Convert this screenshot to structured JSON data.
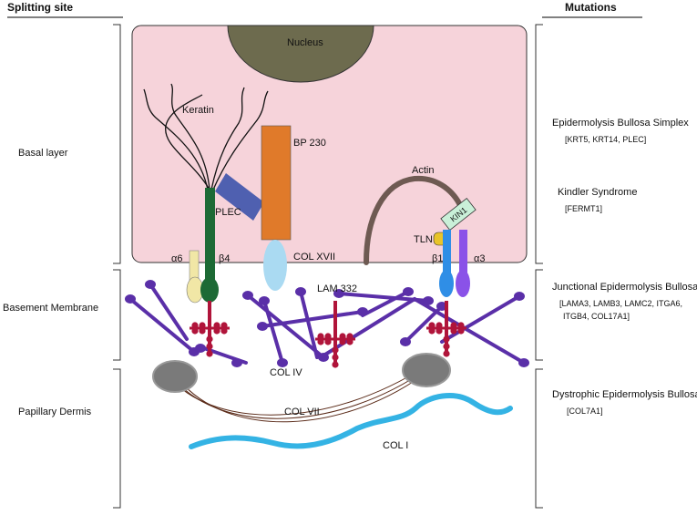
{
  "headers": {
    "splitting_site": "Splitting site",
    "mutations": "Mutations"
  },
  "layers": {
    "basal": "Basal layer",
    "basement": "Basement Membrane",
    "dermis": "Papillary Dermis"
  },
  "labels": {
    "nucleus": "Nucleus",
    "keratin": "Keratin",
    "bp230": "BP 230",
    "plec": "PLEC",
    "actin": "Actin",
    "kin1": "KIN1",
    "tln": "TLN",
    "alpha6": "α6",
    "beta4": "β4",
    "beta1": "β1",
    "alpha3": "α3",
    "col17": "COL XVII",
    "lam332": "LAM 332",
    "col4": "COL IV",
    "col7": "COL VII",
    "col1": "COL I"
  },
  "mutations": [
    {
      "name": "Epidermolysis Bullosa Simplex",
      "genes": [
        "[KRT5, KRT14, PLEC]"
      ]
    },
    {
      "name": "Kindler Syndrome",
      "genes": [
        "[FERMT1]"
      ]
    },
    {
      "name": "Junctional Epidermolysis Bullosa",
      "genes": [
        "[LAMA3, LAMB3, LAMC2, ITGA6,",
        "ITGB4, COL17A1]"
      ]
    },
    {
      "name": "Dystrophic Epidermolysis Bullosa",
      "genes": [
        "[COL7A1]"
      ]
    }
  ],
  "colors": {
    "cell": "#f6d3da",
    "nucleus": "#6d6b4e",
    "bp230": "#e07a2a",
    "plec": "#4f60b0",
    "beta4": "#1d6a35",
    "alpha6": "#f1e7a6",
    "col17": "#aadaf2",
    "laminin": "#b0143a",
    "col4": "#5a2fa8",
    "col7": "#5a2a18",
    "col1": "#34b3e4",
    "anchor": "#7a7a7a",
    "actin": "#6e5a52",
    "kin1": "#c9f0d8",
    "tln": "#e8c42a",
    "beta1": "#2f8ee6",
    "alpha3": "#8a52e8"
  }
}
